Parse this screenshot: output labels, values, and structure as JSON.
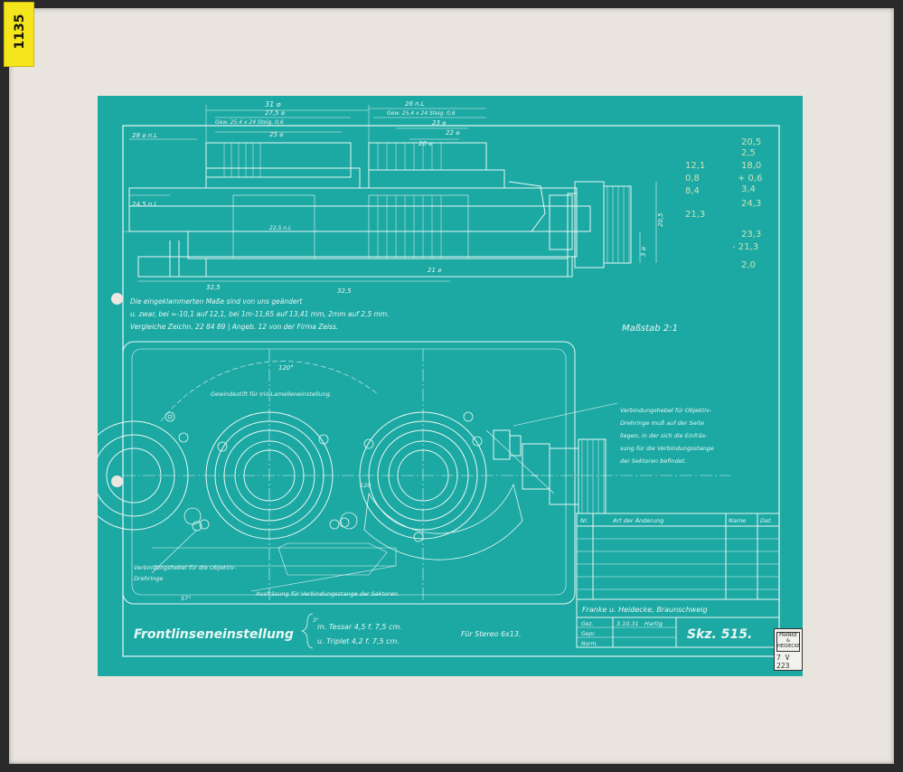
{
  "sticker": {
    "number": "1135"
  },
  "colors": {
    "paper": "#1ca8a3",
    "line": "#e8f7f4",
    "mat": "#e9e5de",
    "frame": "#2a2a2a",
    "sticker": "#f4e51c",
    "pencil": "#c9e3b8"
  },
  "dimensions_top": {
    "d31": "31 ⌀",
    "d275": "27,5 ⌀",
    "d26nl": "26 n.L",
    "gew1": "Gew. 25,4 x 24 Steig. 0,6",
    "gew2": "Gew. 25,4 x 24 Steig. 0,6",
    "d25": "25 ⌀",
    "d23": "23 ⌀",
    "d22": "22 ⌀",
    "d20": "20 ⌀",
    "d28nl": "28 ⌀ n.L",
    "d245nl": "24,5 n.L",
    "d225nl": "22,5 n.L",
    "d21": "21 ⌀",
    "d325a": "32,5",
    "d325b": "32,5",
    "d205": "20,5",
    "d3": "3 ⌀"
  },
  "pencil_calc": [
    "20,5",
    "2,5",
    "18,0",
    "+ 0,6",
    "3,4",
    "24,3",
    "23,3",
    "- 21,3",
    "2,0",
    "12,1",
    "0,8",
    "8,4",
    "21,3"
  ],
  "notes": {
    "line1": "Die eingeklammerten Maße sind von uns geändert",
    "line2": "u. zwar, bei ∞-10,1 auf 12,1, bei 1m-11,65 auf 13,41 mm, 2mm auf 2,5 mm.",
    "line3": "Vergleiche Zeichn. 22 84 89 | Angeb. 12 von der Firma Zeiss."
  },
  "scale": "Maßstab 2:1",
  "lower": {
    "angle": "120°",
    "gewindestift": "Gewindestift für Iris-Lamelleneinstellung.",
    "verbindungshebel_note": [
      "Verbindungshebel für Objektiv-",
      "Drehringe muß auf der Seite",
      "liegen, in der sich die Einfräs-",
      "sung für die Verbindungsstange",
      "der Sektoren befindet."
    ],
    "hebel_label": [
      "Verbindungshebel für die Objektiv-",
      "Drehringe"
    ],
    "ausfraesung": "Ausfräsung für Verbindungsstange der Sektoren.",
    "angle2": "57°",
    "d120": "120"
  },
  "change_table": {
    "headers": [
      "Nr.",
      "Art der Änderung",
      "Name",
      "Dat."
    ]
  },
  "title_block": {
    "title": "Frontlinseneinstellung",
    "lens1": "m. Tessar 4,5 f. 7,5 cm.",
    "lens2": "u. Triplet 4,2 f. 7,5 cm.",
    "angle3": "3°",
    "fuer": "Für Stereo 6x13.",
    "company": "Franke u. Heidecke, Braunschweig",
    "gez_label": "Gez.",
    "gepr_label": "Gepr.",
    "norm_label": "Norm.",
    "date": "3.10.31",
    "drawn_by": "Hartig",
    "skz": "Skz. 515."
  },
  "stamp": {
    "lines": "FRANKE & HEIDECKE",
    "code": "7 V 223"
  }
}
